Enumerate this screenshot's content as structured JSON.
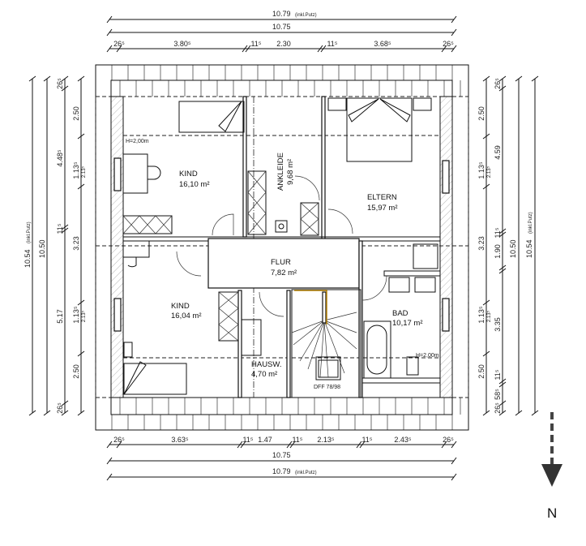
{
  "plan": {
    "rooms": [
      {
        "name": "KIND",
        "area": "16,10 m²"
      },
      {
        "name": "ANKLEIDE",
        "area": "9,68 m²"
      },
      {
        "name": "ELTERN",
        "area": "15,97 m²"
      },
      {
        "name": "FLUR",
        "area": "7,82 m²"
      },
      {
        "name": "KIND",
        "area": "16,04 m²"
      },
      {
        "name": "HAUSW.",
        "area": "4,70 m²"
      },
      {
        "name": "BAD",
        "area": "10,17 m²"
      }
    ],
    "annotations": {
      "height_left": "H=2,00m",
      "height_right": "H=2,00m",
      "roof_window": "DFF  78/98"
    },
    "north_label": "N"
  },
  "dimensions": {
    "top": {
      "overall_putz": "10.79",
      "putz_note": "(inkl.Putz)",
      "overall": "10.75",
      "segments": [
        "26⁵",
        "3.80⁵",
        "11⁵",
        "2.30",
        "11⁵",
        "3.68⁵",
        "26⁵"
      ]
    },
    "bottom": {
      "overall_putz": "10.79",
      "putz_note": "(inkl.Putz)",
      "overall": "10.75",
      "segments": [
        "26⁵",
        "3.63⁵",
        "11⁵",
        "1.47",
        "11⁵",
        "2.13⁵",
        "11⁵",
        "2.43⁵",
        "26⁵"
      ]
    },
    "left": {
      "overall_putz": "10.54",
      "putz_note": "(inkl.Putz)",
      "overall": "10.50",
      "outer_segments": [
        "26⁵",
        "4.48⁵",
        "11⁵",
        "5.17",
        "26⁵"
      ],
      "inner_segments": [
        "2.50",
        "1.13⁵",
        "2.13⁵",
        "3.23",
        "1.13⁵",
        "2.13⁵",
        "2.50"
      ]
    },
    "right": {
      "overall_putz": "10.54",
      "putz_note": "(inkl.Putz)",
      "overall": "10.50",
      "outer_segments": [
        "26⁵",
        "4.59",
        "11⁵",
        "1.90",
        "3.35",
        "11⁵",
        "58⁵",
        "26⁵"
      ],
      "inner_segments": [
        "2.50",
        "1.13⁵",
        "2.13⁵",
        "3.23",
        "1.13⁵",
        "2.13⁵",
        "2.50"
      ]
    }
  }
}
